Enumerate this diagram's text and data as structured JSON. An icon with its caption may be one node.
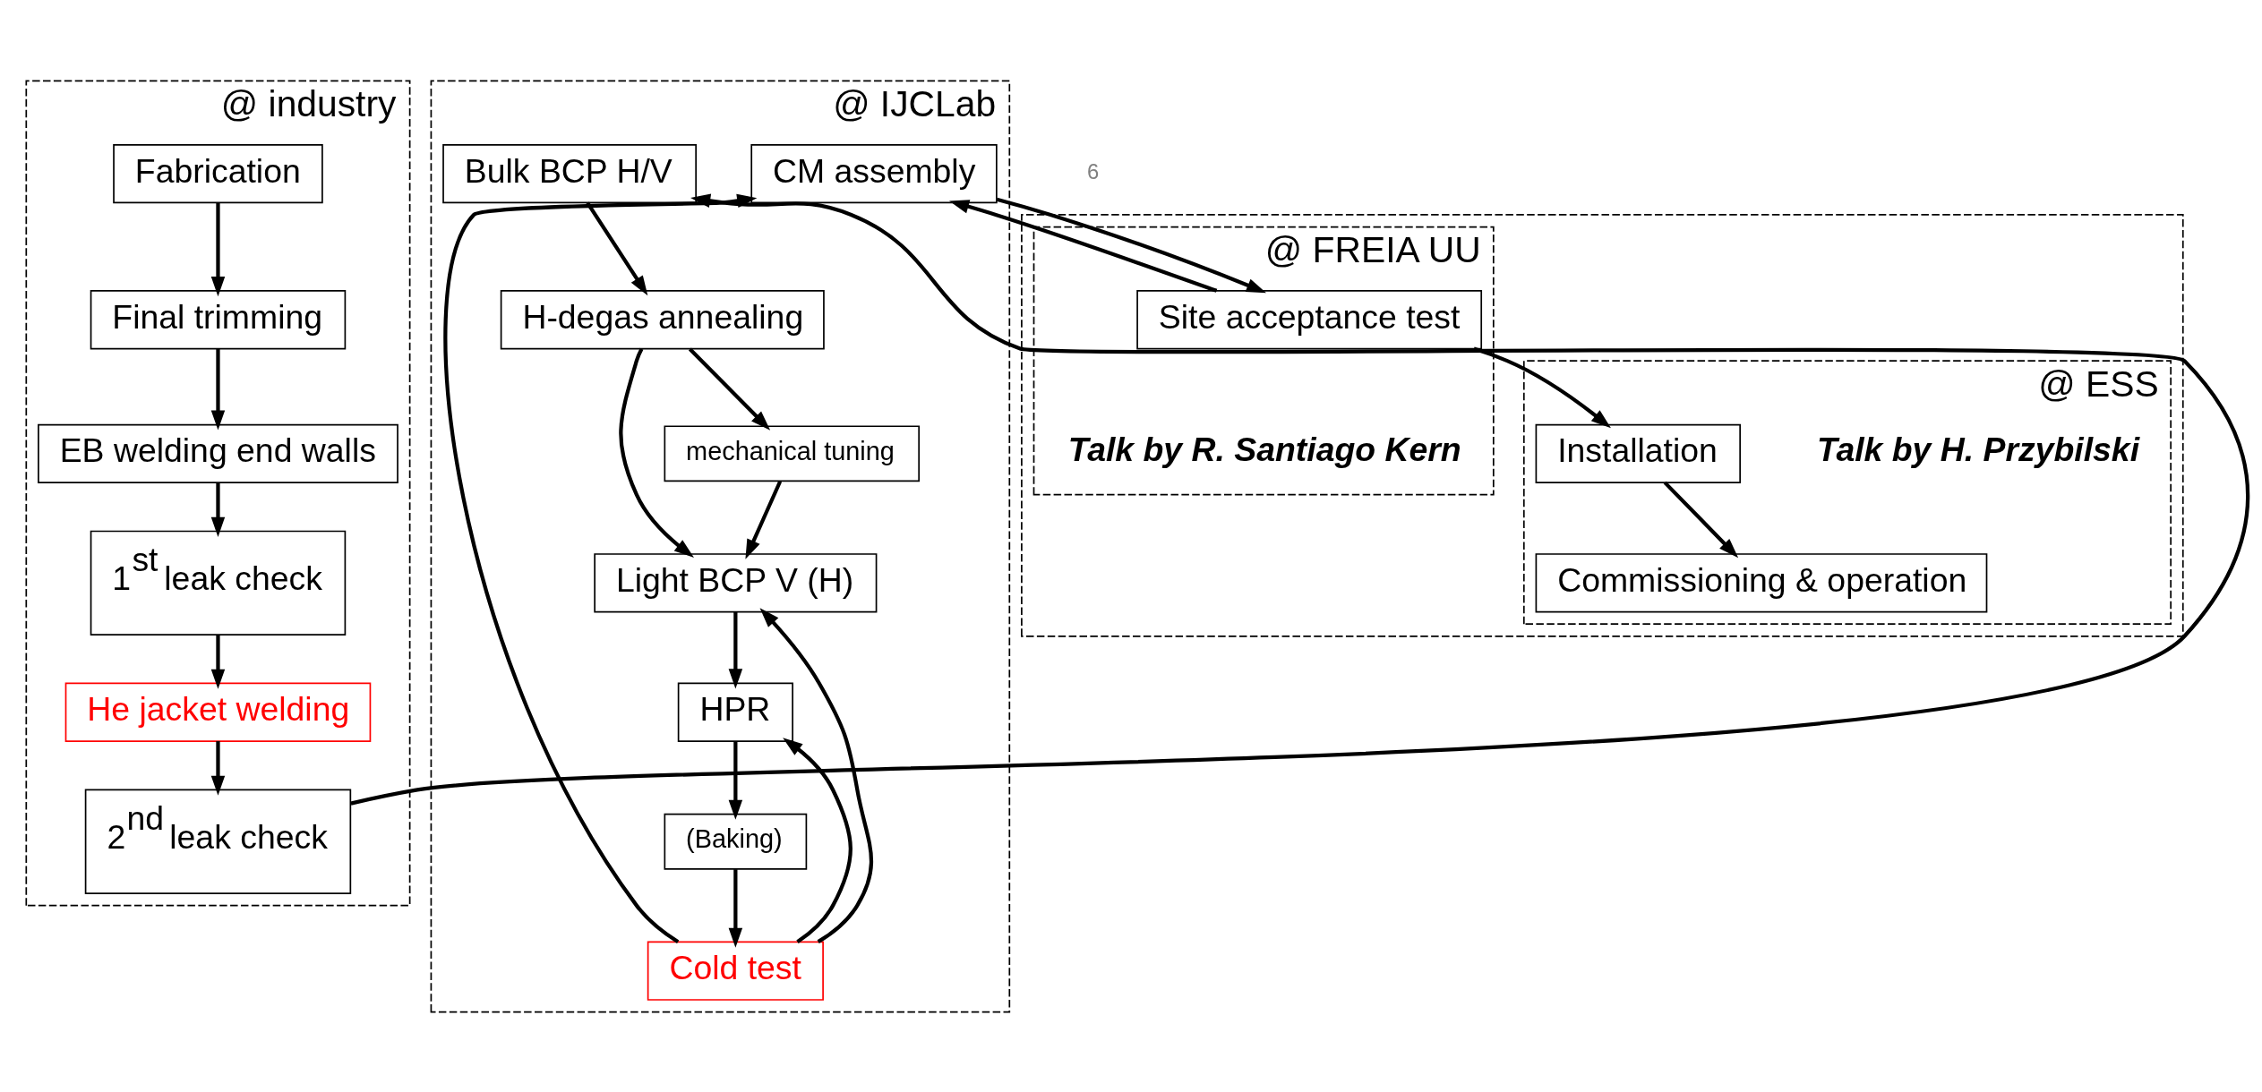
{
  "diagram": {
    "nodes": [
      {
        "text": [
          "@ industry"
        ]
      },
      {
        "text": [
          "Fabrication"
        ],
        "in": 0
      },
      {
        "text": [
          "Final trimming"
        ],
        "in": 0
      },
      {
        "text": [
          "EB welding end walls"
        ],
        "in": 0
      },
      {
        "text": [
          "1$^{st}$ leak check"
        ],
        "in": 0
      },
      {
        "text": [
          "He jacket welding"
        ],
        "in": 0
      },
      {
        "text": [
          "2$^{nd}$ leak check"
        ],
        "in": 0
      },
      {
        "text": [
          "@ IJCLab"
        ]
      },
      {
        "text": [
          "Bulk BCP H/V"
        ],
        "in": 7
      },
      {
        "text": [
          "H-degas annealing"
        ],
        "in": 7
      },
      {
        "text": [
          "mechanical tuning"
        ],
        "in": 7
      },
      {
        "text": [
          "Light BCP V (H)"
        ],
        "in": 7
      },
      {
        "text": [
          "HPR"
        ],
        "in": 7
      },
      {
        "text": [
          "(Baking)"
        ],
        "in": 7
      },
      {
        "text": [
          "Cold test"
        ],
        "in": 7
      },
      {
        "text": [
          "CM assembly"
        ],
        "in": 7
      },
      {
        "text": [],
        "shape": "box"
      },
      {
        "text": [
          "@ FREIA UU"
        ],
        "in": 16
      },
      {
        "text": [
          "Site acceptance test"
        ],
        "in": 17,
        "beside": [
          "Talk by R. Santiago Kern"
        ]
      },
      {
        "text": [
          "@ ESS"
        ],
        "in": 16,
        "beside": [
          "Talk by H. Przybilski"
        ]
      },
      {
        "text": [
          "Installation"
        ],
        "in": 19
      },
      {
        "text": [
          "Commissioning & operation"
        ],
        "in": 19
      }
    ],
    "edges": [
      {
        "from": 1,
        "to": 2,
        "arrow": "to"
      },
      {
        "from": 2,
        "to": 3,
        "arrow": "to"
      },
      {
        "from": 3,
        "to": 4,
        "arrow": "to"
      },
      {
        "from": 4,
        "to": 5,
        "arrow": "to"
      },
      {
        "from": 5,
        "to": 6,
        "arrow": "to"
      },
      {
        "from": 6,
        "to": 8,
        "arrow": "to"
      },
      {
        "from": 8,
        "to": 9,
        "arrow": "to"
      },
      {
        "from": 9,
        "to": 10,
        "arrow": "to"
      },
      {
        "from": 9,
        "to": 11,
        "arrow": "to"
      },
      {
        "from": 10,
        "to": 11,
        "arrow": "to"
      },
      {
        "from": 11,
        "to": 12,
        "arrow": "to"
      },
      {
        "from": 12,
        "to": 13,
        "arrow": "to"
      },
      {
        "from": 13,
        "to": 14,
        "arrow": "to"
      },
      {
        "from": 14,
        "to": 12,
        "arrow": "to"
      },
      {
        "from": 14,
        "to": 11,
        "arrow": "to"
      },
      {
        "from": 14,
        "to": 15,
        "arrow": "to"
      },
      {
        "from": 15,
        "to": 18,
        "arrow": "to"
      },
      {
        "from": 18,
        "to": 15,
        "arrow": "to"
      },
      {
        "from": 18,
        "to": 20,
        "arrow": "to"
      },
      {
        "from": 20,
        "to": 21,
        "arrow": "to"
      }
    ],
    "labels": [
      "6"
    ]
  }
}
